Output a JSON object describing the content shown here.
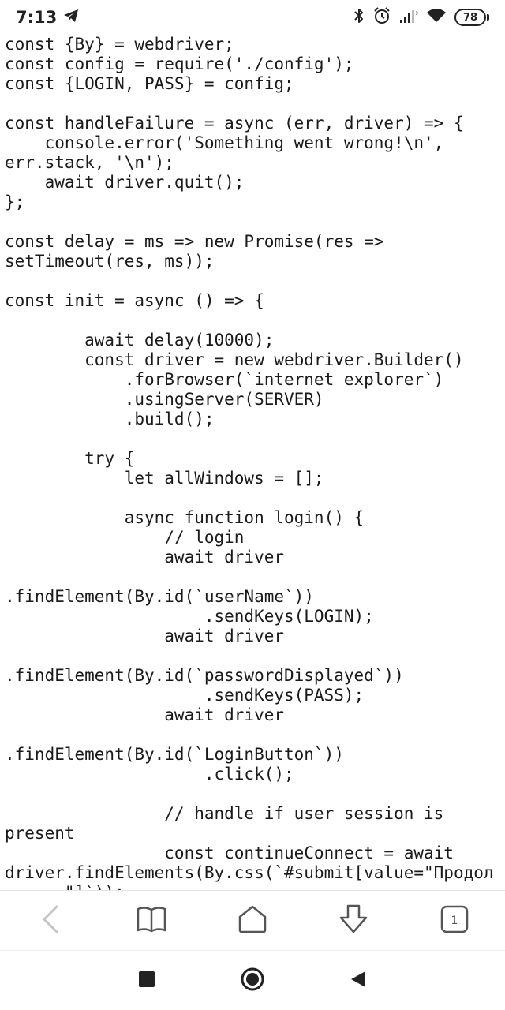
{
  "status_bar": {
    "time": "7:13",
    "battery": "78",
    "icons": [
      "telegram-icon",
      "bluetooth-icon",
      "alarm-icon",
      "signal-icon",
      "wifi-icon",
      "battery-icon"
    ]
  },
  "code": {
    "text": "const {By} = webdriver;\nconst config = require('./config');\nconst {LOGIN, PASS} = config;\n\nconst handleFailure = async (err, driver) => {\n    console.error('Something went wrong!\\n',\nerr.stack, '\\n');\n    await driver.quit();\n};\n\nconst delay = ms => new Promise(res =>\nsetTimeout(res, ms));\n\nconst init = async () => {\n\n        await delay(10000);\n        const driver = new webdriver.Builder()\n            .forBrowser(`internet explorer`)\n            .usingServer(SERVER)\n            .build();\n\n        try {\n            let allWindows = [];\n\n            async function login() {\n                // login\n                await driver\n\n.findElement(By.id(`userName`))\n                    .sendKeys(LOGIN);\n                await driver\n\n.findElement(By.id(`passwordDisplayed`))\n                    .sendKeys(PASS);\n                await driver\n\n.findElement(By.id(`LoginButton`))\n                    .click();\n\n                // handle if user session is\npresent\n                const continueConnect = await\ndriver.findElements(By.css(`#submit[value=\"Продол\n      \"]`));"
  },
  "toolbar": {
    "buttons": [
      {
        "name": "back-button",
        "icon": "chevron-left-icon"
      },
      {
        "name": "bookmarks-button",
        "icon": "book-icon"
      },
      {
        "name": "home-button",
        "icon": "home-icon"
      },
      {
        "name": "download-button",
        "icon": "download-icon"
      },
      {
        "name": "tabs-button",
        "icon": "tabs-icon",
        "count": "1"
      }
    ]
  },
  "system_nav": {
    "buttons": [
      "recents-square-icon",
      "home-circle-icon",
      "back-triangle-icon"
    ]
  }
}
